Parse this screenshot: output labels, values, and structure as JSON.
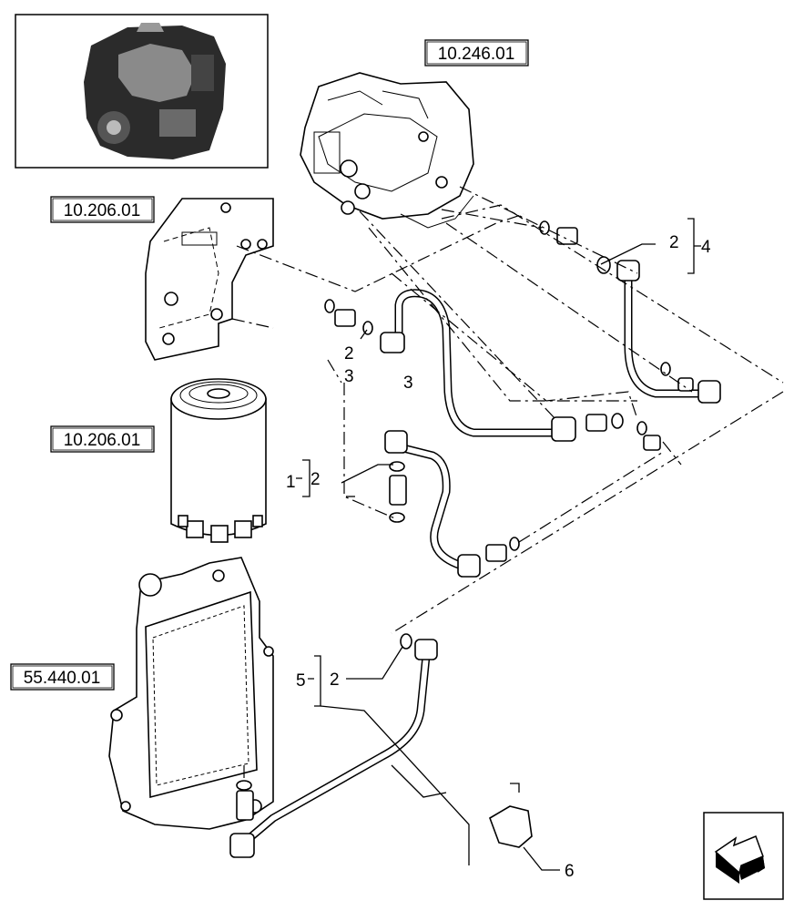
{
  "diagram": {
    "reference_labels": {
      "injection_pump_ref": "10.246.01",
      "filter_bracket_ref": "10.206.01",
      "fuel_filter_ref": "10.206.01",
      "cooler_ref": "55.440.01"
    },
    "callouts": {
      "washer_top": "2",
      "kit_4": "4",
      "washer_mid": "2",
      "pipe_3_upper": "3",
      "pipe_3_lower": "3",
      "washer_kit1": "2",
      "kit_1": "1",
      "washer_kit5": "2",
      "kit_5": "5",
      "plug_6": "6"
    },
    "icons": [
      "engine-thumbnail-icon",
      "navigation-arrow-icon"
    ]
  }
}
